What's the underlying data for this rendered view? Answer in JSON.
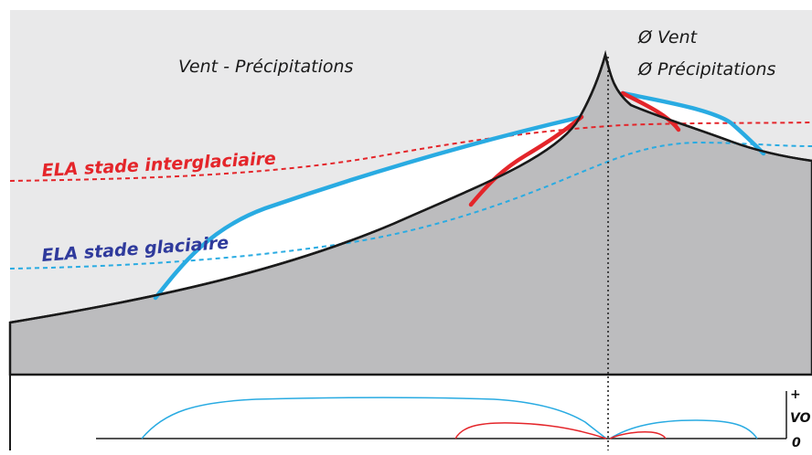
{
  "labels": {
    "windward": "Vent - Précipitations",
    "leeward_wind": "Ø Vent",
    "leeward_precip": "Ø Précipitations",
    "ela_interglacial": "ELA stade interglaciaire",
    "ela_glacial": "ELA stade glaciaire"
  },
  "axis": {
    "plus": "+",
    "partial_label": "VO",
    "zero": "0"
  },
  "colors": {
    "sky": "#e9e9ea",
    "mountain": "#bcbcbe",
    "glacial": "#29abe2",
    "interglacial": "#e4252a",
    "outline": "#1a1a1a"
  }
}
